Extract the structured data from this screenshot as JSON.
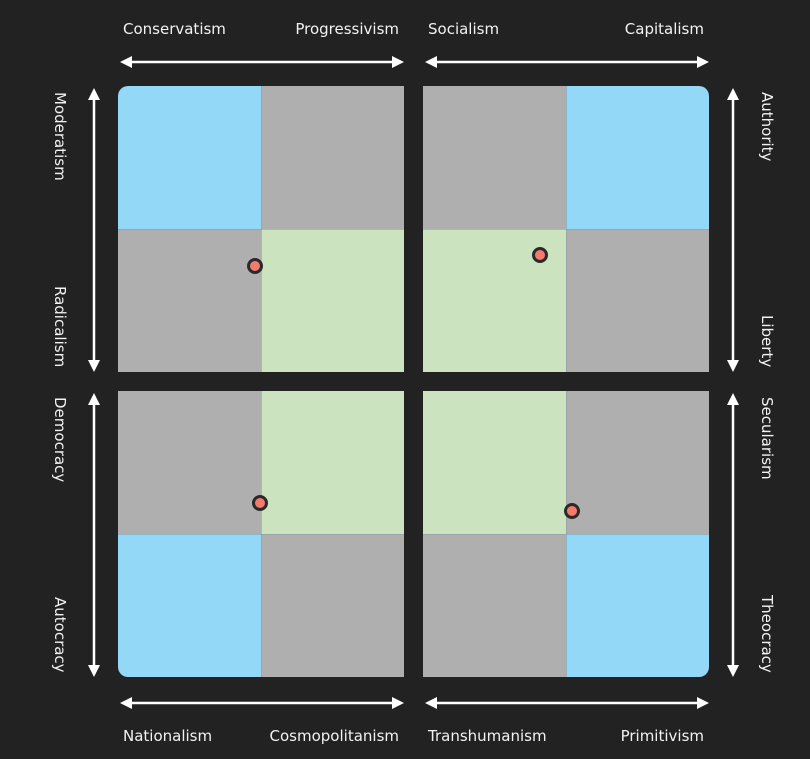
{
  "chart_data": [
    {
      "type": "scatter",
      "xlabel_left": "Conservatism",
      "xlabel_right": "Progressivism",
      "ylabel_top": "Moderatism",
      "ylabel_bottom": "Radicalism",
      "x": [
        -0.04
      ],
      "y": [
        -0.26
      ],
      "xlim": [
        -1,
        1
      ],
      "ylim": [
        -1,
        1
      ]
    },
    {
      "type": "scatter",
      "xlabel_left": "Socialism",
      "xlabel_right": "Capitalism",
      "ylabel_top": "Authority",
      "ylabel_bottom": "Liberty",
      "x": [
        -0.18
      ],
      "y": [
        -0.18
      ],
      "xlim": [
        -1,
        1
      ],
      "ylim": [
        -1,
        1
      ]
    },
    {
      "type": "scatter",
      "xlabel_left": "Nationalism",
      "xlabel_right": "Cosmopolitanism",
      "ylabel_top": "Democracy",
      "ylabel_bottom": "Autocracy",
      "x": [
        -0.01
      ],
      "y": [
        0.22
      ],
      "xlim": [
        -1,
        1
      ],
      "ylim": [
        -1,
        1
      ]
    },
    {
      "type": "scatter",
      "xlabel_left": "Transhumanism",
      "xlabel_right": "Primitivism",
      "ylabel_top": "Secularism",
      "ylabel_bottom": "Theocracy",
      "x": [
        0.04
      ],
      "y": [
        0.16
      ],
      "xlim": [
        -1,
        1
      ],
      "ylim": [
        -1,
        1
      ]
    }
  ],
  "colors": {
    "background": "#222222",
    "ideal_quadrant": "#93d8f6",
    "neutral_quadrant": "#afafaf",
    "center_quadrant": "#cbe4bf",
    "point": "#f47a6e"
  }
}
